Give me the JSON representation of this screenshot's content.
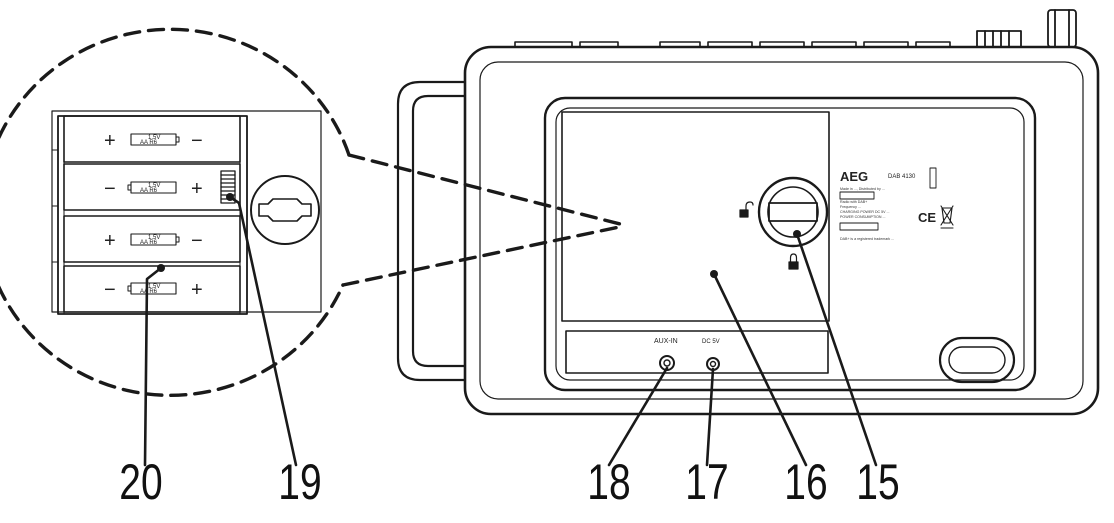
{
  "callouts": {
    "n20": "20",
    "n19": "19",
    "n18": "18",
    "n17": "17",
    "n16": "16",
    "n15": "15"
  },
  "device": {
    "brand": "AEG",
    "model": "DAB 4130",
    "jack_aux": "AUX-IN",
    "jack_dc": "DC 5V",
    "label_lines": [
      "Made in ..., Distributed by ...",
      "Radio with DAB+",
      "Frequency ...",
      "CHARGING POWER DC 5V ...",
      "POWER CONSUMPTION ...",
      "DAB+ is a registered trademark ..."
    ]
  },
  "battery_slots": [
    {
      "left": "+",
      "right": "−",
      "text1": "1.5V",
      "text2": "AA  R6"
    },
    {
      "left": "−",
      "right": "+",
      "text1": "1.5V",
      "text2": "AA  R6"
    },
    {
      "left": "+",
      "right": "−",
      "text1": "1.5V",
      "text2": "AA  R6"
    },
    {
      "left": "−",
      "right": "+",
      "text1": "1.5V",
      "text2": "AA  R6"
    }
  ],
  "colors": {
    "line": "#1a1a1a",
    "background": "#ffffff"
  }
}
